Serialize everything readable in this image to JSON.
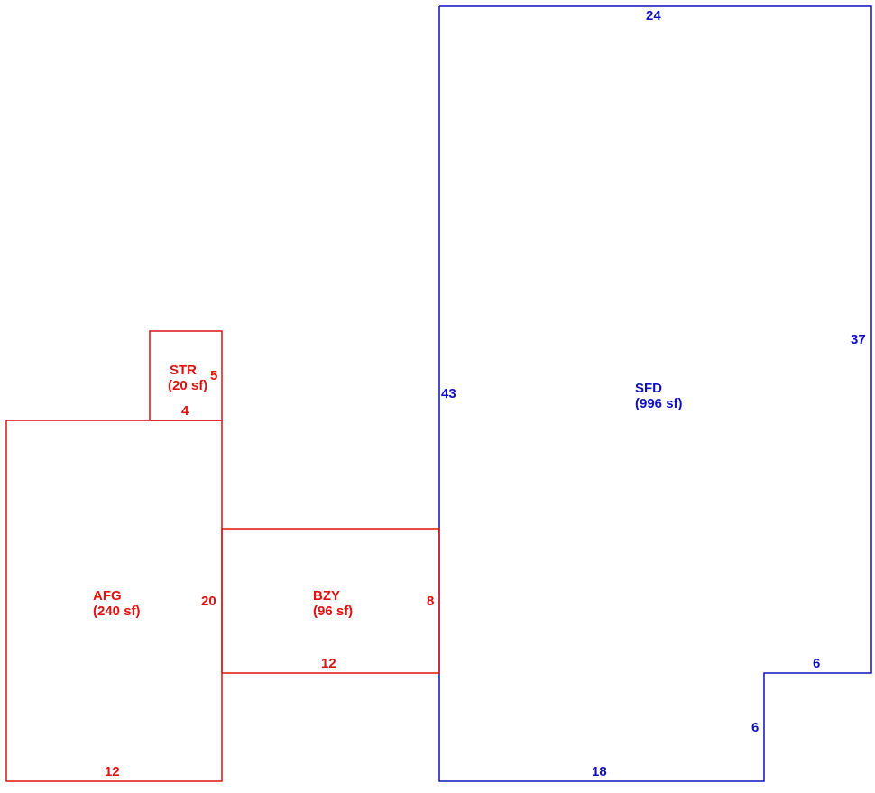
{
  "colors": {
    "red": "#e01010",
    "blue": "#1010c0",
    "background": "#ffffff"
  },
  "areas": {
    "sfd": {
      "code": "SFD",
      "area": "(996 sf)",
      "color": "blue"
    },
    "afg": {
      "code": "AFG",
      "area": "(240 sf)",
      "color": "red"
    },
    "bzy": {
      "code": "BZY",
      "area": "(96 sf)",
      "color": "red"
    },
    "str": {
      "code": "STR",
      "area": "(20 sf)",
      "color": "red"
    }
  },
  "dimensions": {
    "sfd_top": "24",
    "sfd_left": "43",
    "sfd_right": "37",
    "sfd_notch_top": "6",
    "sfd_notch_side": "6",
    "sfd_bottom": "18",
    "afg_right": "20",
    "afg_bottom": "12",
    "bzy_right": "8",
    "bzy_bottom": "12",
    "str_right": "5",
    "str_bottom": "4"
  }
}
